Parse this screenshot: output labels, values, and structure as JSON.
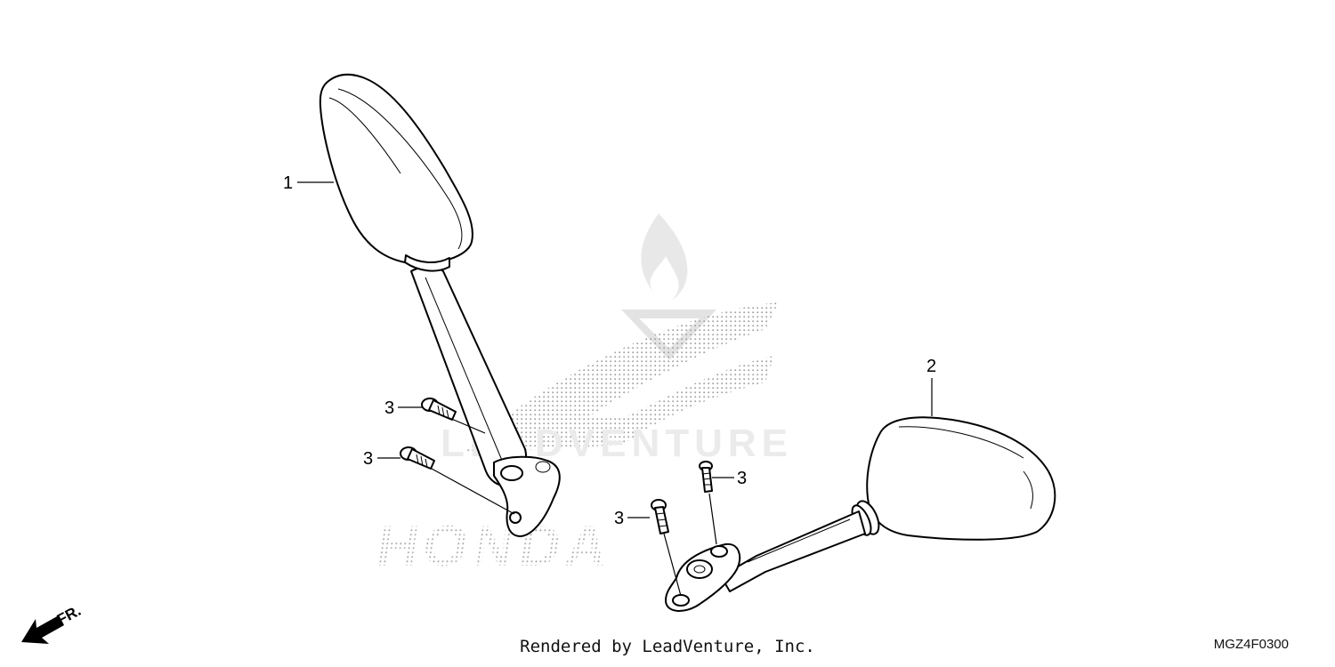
{
  "diagram": {
    "callouts": {
      "part1": "1",
      "part2": "2",
      "part3_a": "3",
      "part3_b": "3",
      "part3_c": "3",
      "part3_d": "3"
    },
    "direction_marker": "FR.",
    "watermark_brand": "HONDA",
    "watermark_text": "LEADVENTURE"
  },
  "footer": {
    "credit": "Rendered by LeadVenture, Inc.",
    "diagram_code": "MGZ4F0300"
  }
}
